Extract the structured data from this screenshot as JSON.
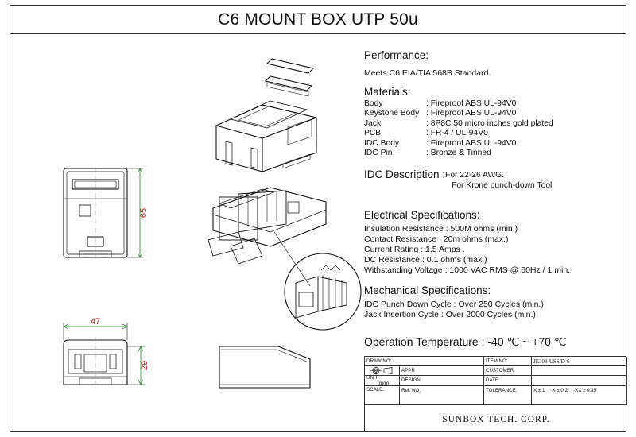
{
  "title": "C6 MOUNT BOX UTP 50u",
  "dimensions": {
    "height": "65",
    "width": "47",
    "depth": "29"
  },
  "performance": {
    "heading": "Performance:",
    "text": "Meets C6 EIA/TIA 568B Standard."
  },
  "materials": {
    "heading": "Materials:",
    "rows": [
      {
        "key": "Body",
        "value": ": Fireproof ABS UL-94V0"
      },
      {
        "key": "Keystone Body",
        "value": ": Fireproof ABS UL-94V0"
      },
      {
        "key": "Jack",
        "value": ": 8P8C 50 micro inches gold plated"
      },
      {
        "key": "PCB",
        "value": ": FR-4 / UL-94V0"
      },
      {
        "key": "IDC Body",
        "value": ": Fireproof ABS UL-94V0"
      },
      {
        "key": "IDC Pin",
        "value": ": Bronze & Tinned"
      }
    ]
  },
  "idc": {
    "heading": "IDC Description :",
    "line1": "For 22-26 AWG.",
    "line2": "For Krone punch-down Tool"
  },
  "electrical": {
    "heading": "Electrical Specifications:",
    "lines": [
      "Insulation Resistance : 500M ohms (min.)",
      "Contact Resistance : 20m ohms (max.)",
      "Current Rating : 1.5 Amps .",
      "DC Resistance : 0.1 ohms (max.)",
      "Withstanding Voltage : 1000 VAC RMS @ 60Hz / 1 min."
    ]
  },
  "mechanical": {
    "heading": "Mechanical Specifications:",
    "lines": [
      "IDC Punch Down Cycle : Over 250 Cycles (min.)",
      "Jack Insertion Cycle : Over 2000 Cycles (min.)"
    ]
  },
  "operation_temperature": "Operation Temperature : -40 ℃ ~ +70 ℃",
  "title_block": {
    "draw_no": "DRAW NO:",
    "item_no": "ITEM NO:",
    "item_value": "JE309-USS/D-6",
    "appr": "APPR",
    "customer": "CUSTOMER:",
    "unit": "UNIT:",
    "unit_value": "m/m",
    "design": "DESIGN",
    "date": "DATE:",
    "scale": "SCALE:",
    "ref_no": "Ref. NO:",
    "tolerance": "TOLERANCE:",
    "tol_1": "X ± 1",
    "tol_2": "·X ± 0.2",
    "tol_3": "·XX ± 0.15",
    "company": "SUNBOX TECH. CORP."
  }
}
